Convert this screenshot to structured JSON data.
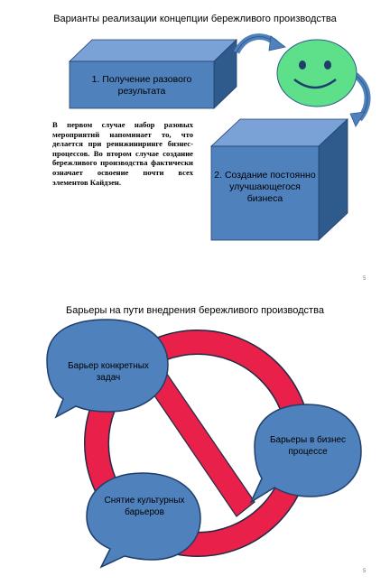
{
  "slide1": {
    "title": "Варианты реализации концепции бережливого производства",
    "box1_label": "1. Получение разового результата",
    "box2_label": "2. Создание постоянно улучшающегося бизнеса",
    "paragraph": "В первом случае набор разовых мероприятий напоминает то, что делается при реинжиниринге бизнес-процессов. Во втором случае создание бережливого производства фактически означает освоение почти всех элементов Кайдзен.",
    "page_number": "5",
    "colors": {
      "box_front": "#4f81bd",
      "box_side": "#2e5a8c",
      "smiley": "#5ee08a",
      "arrow": "#4f81bd"
    }
  },
  "slide2": {
    "title": "Барьеры на пути внедрения бережливого производства",
    "bubble_top_left": "Барьер конкретных задач",
    "bubble_right": "Барьеры в бизнес процессе",
    "bubble_bottom": "Снятие культурных барьеров",
    "page_number": "5",
    "colors": {
      "prohibition_sign": "#e8204a",
      "bubble_fill": "#4f81bd",
      "bubble_stroke": "#1f3f6b"
    }
  }
}
